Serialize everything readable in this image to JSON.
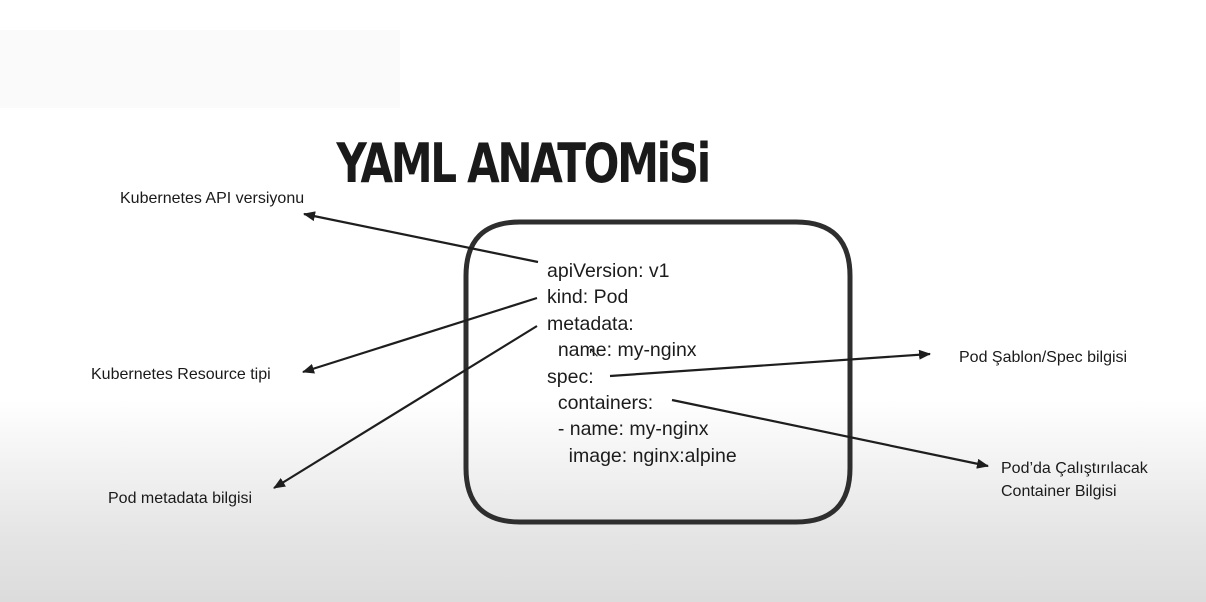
{
  "title": "YAML ANATOMiSi",
  "yaml_lines": [
    "apiVersion: v1",
    "kind: Pod",
    "metadata:",
    "  name: my-nginx",
    "spec:",
    "  containers:",
    "  - name: my-nginx",
    "    image: nginx:alpine"
  ],
  "labels": {
    "api_version": "Kubernetes API versiyonu",
    "resource_type": "Kubernetes Resource tipi",
    "metadata": "Pod metadata bilgisi",
    "spec": "Pod Şablon/Spec bilgisi",
    "container_line1": "Pod’da Çalıştırılacak",
    "container_line2": "Container Bilgisi"
  },
  "colors": {
    "stroke": "#2e2e2e",
    "text": "#1a1a1a"
  }
}
